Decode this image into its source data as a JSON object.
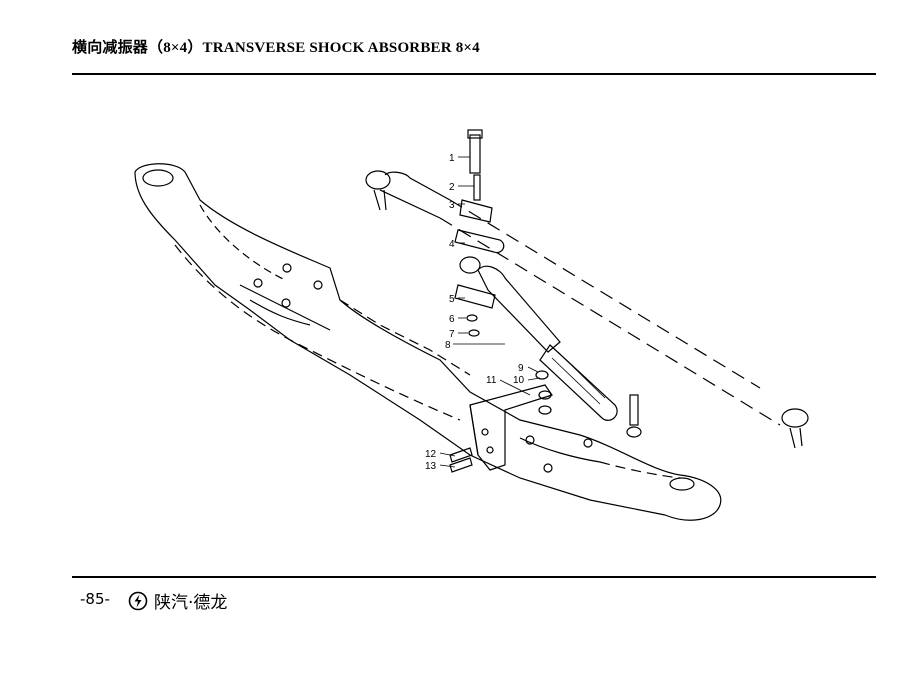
{
  "header": {
    "title": "横向减振器（8×4）TRANSVERSE SHOCK ABSORBER 8×4"
  },
  "diagram": {
    "callouts": [
      {
        "num": "1"
      },
      {
        "num": "2"
      },
      {
        "num": "3"
      },
      {
        "num": "4"
      },
      {
        "num": "5"
      },
      {
        "num": "6"
      },
      {
        "num": "7"
      },
      {
        "num": "8"
      },
      {
        "num": "9"
      },
      {
        "num": "10"
      },
      {
        "num": "11"
      },
      {
        "num": "12"
      },
      {
        "num": "13"
      }
    ]
  },
  "footer": {
    "page_number": "-85-",
    "brand": "陕汽·德龙",
    "logo_icon": "shacman-logo-icon"
  }
}
